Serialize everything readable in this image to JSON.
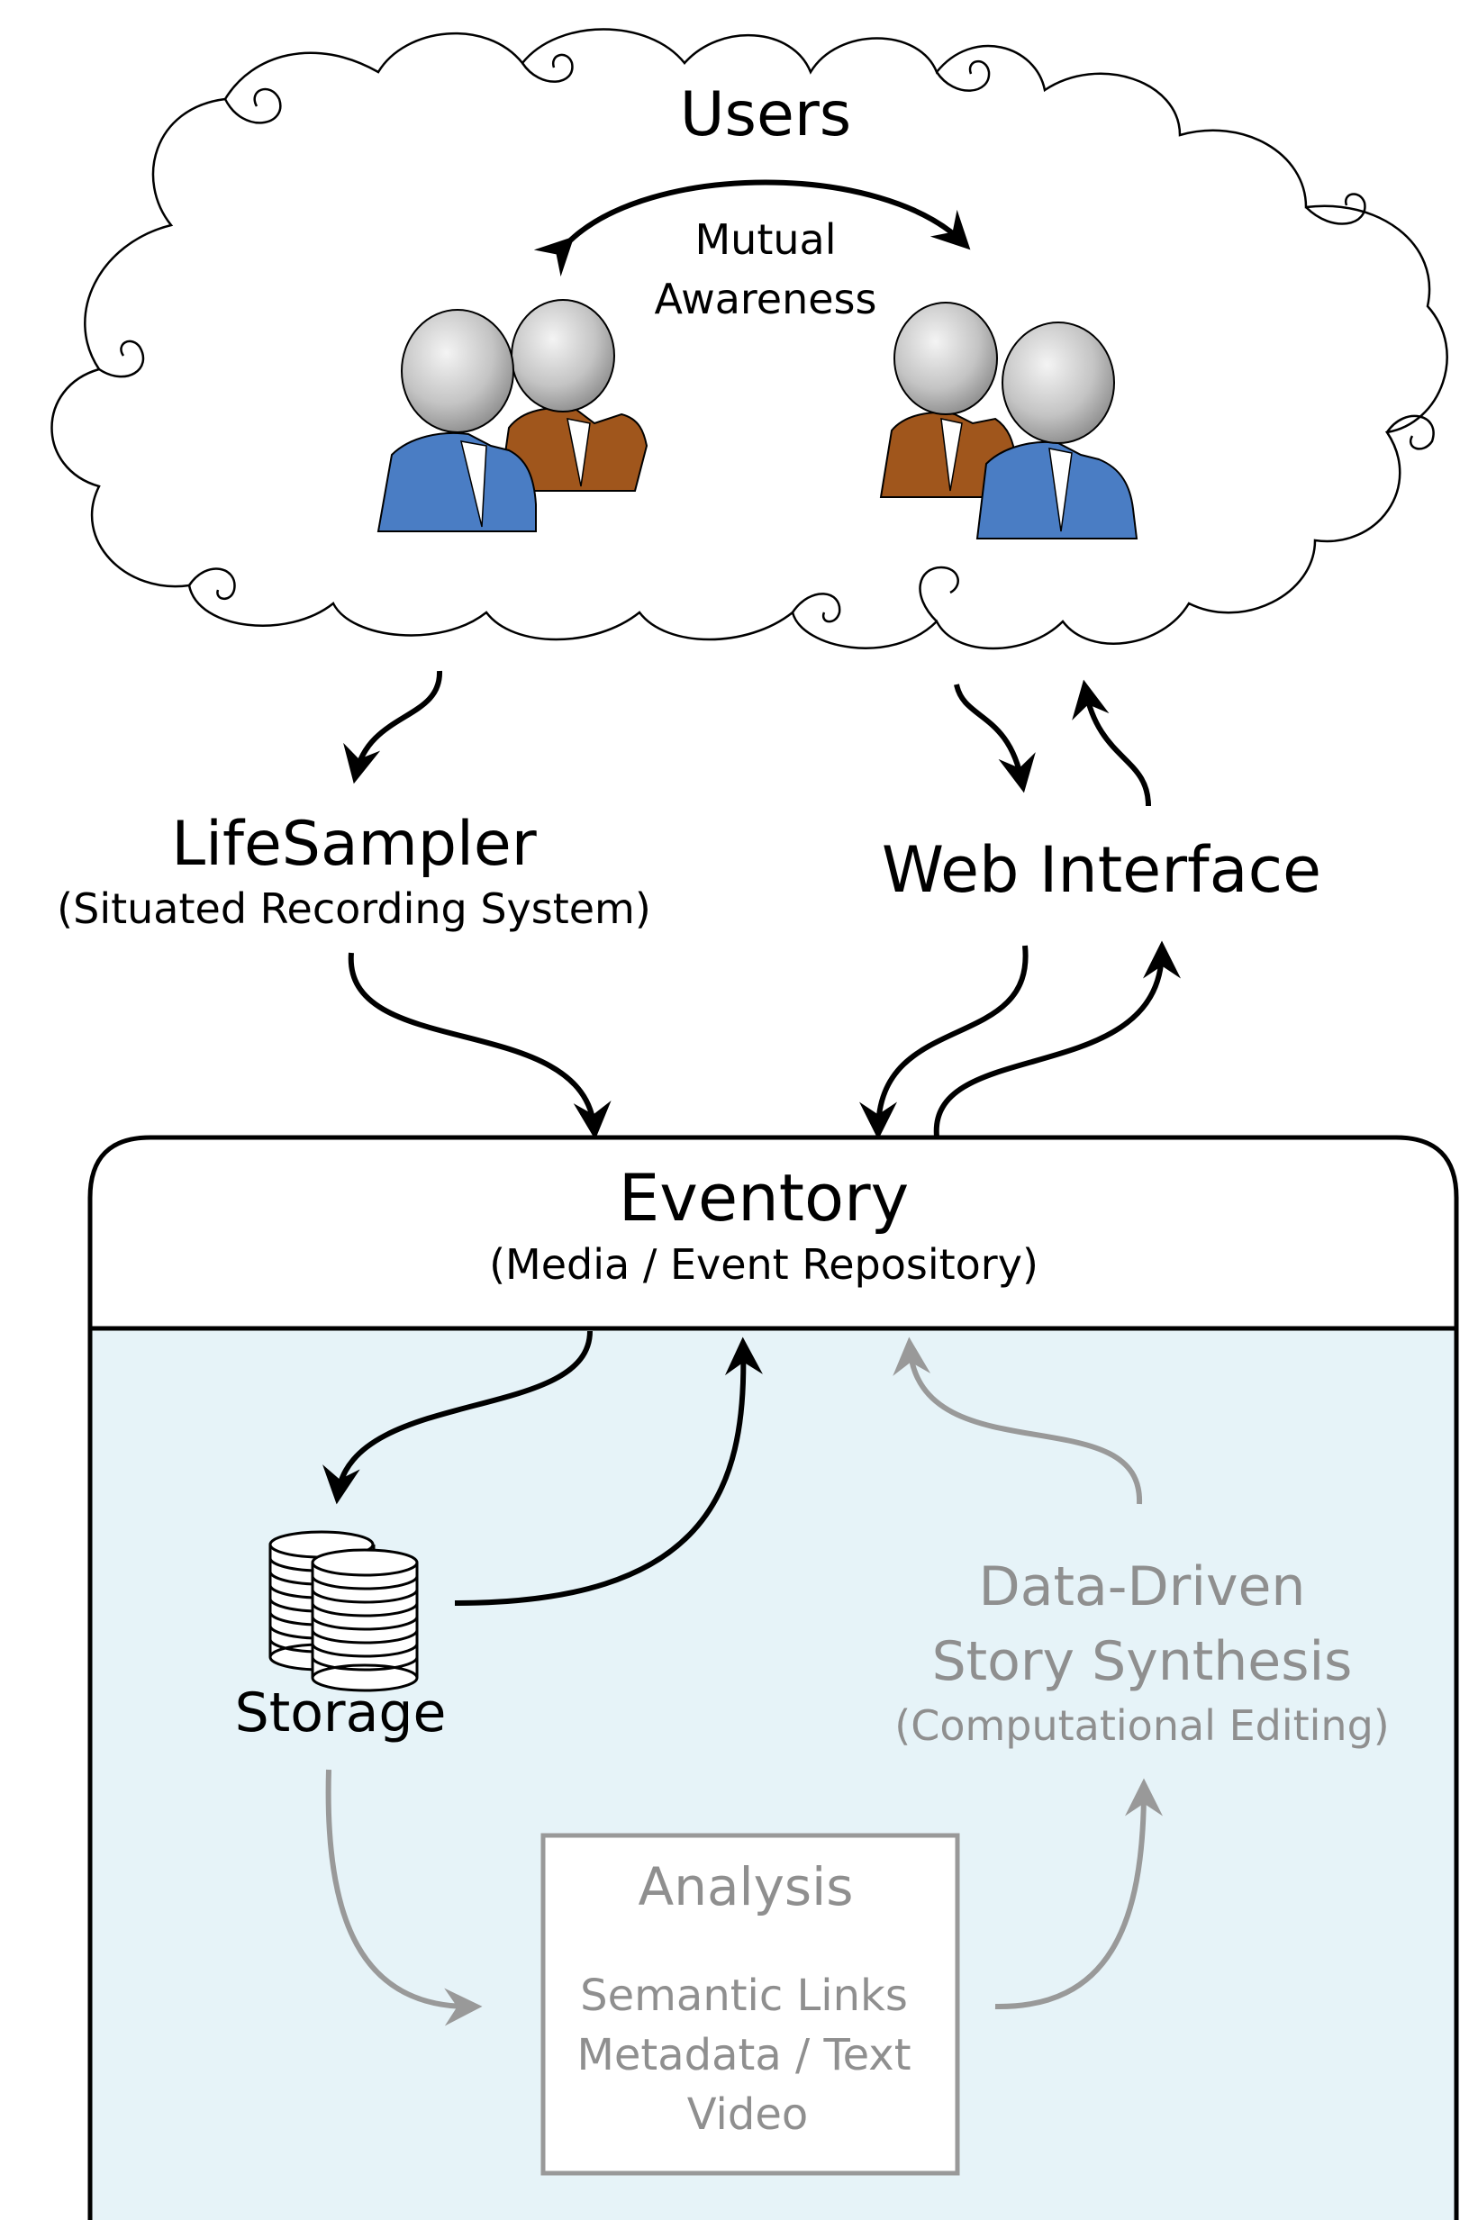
{
  "users": {
    "title": "Users",
    "mutual_line1": "Mutual",
    "mutual_line2": "Awareness"
  },
  "lifesampler": {
    "title": "LifeSampler",
    "subtitle": "(Situated Recording System)"
  },
  "web_interface": {
    "title": "Web Interface"
  },
  "eventory": {
    "title": "Eventory",
    "subtitle": "(Media / Event Repository)"
  },
  "storage": {
    "label": "Storage"
  },
  "story": {
    "line1": "Data-Driven",
    "line2": "Story Synthesis",
    "line3": "(Computational Editing)"
  },
  "analysis": {
    "title": "Analysis",
    "items": [
      "Semantic Links",
      "Metadata / Text",
      "Video"
    ]
  },
  "colors": {
    "repository_fill": "#e6f3f8",
    "shirt_blue": "#4a7dc4",
    "shirt_brown": "#a0561c",
    "muted_gray": "#8f8f8f"
  }
}
